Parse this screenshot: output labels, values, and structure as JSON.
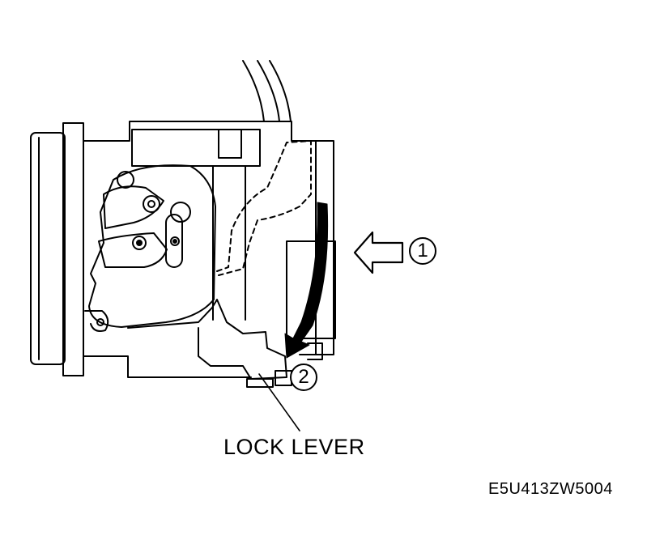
{
  "labels": {
    "lock_lever": "LOCK LEVER",
    "figure_code": "E5U413ZW5004"
  },
  "callouts": {
    "one": "1",
    "two": "2"
  }
}
